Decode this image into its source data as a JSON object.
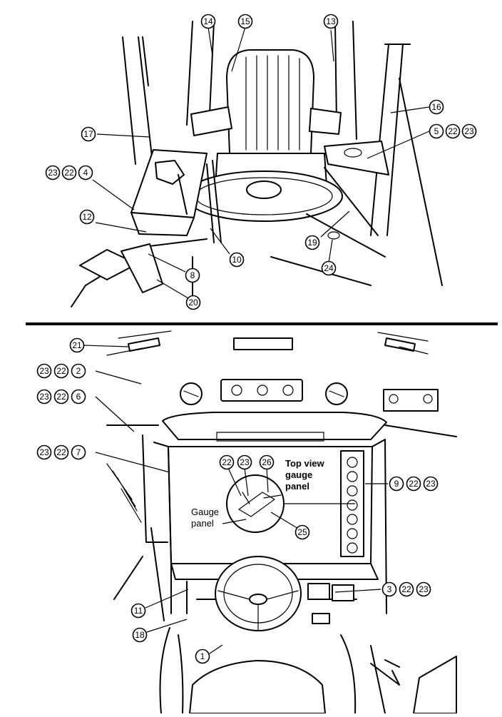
{
  "top_view": {
    "callouts": {
      "c14": "14",
      "c15": "15",
      "c13": "13",
      "c16": "16",
      "c5": "5",
      "c22a": "22",
      "c23a": "23",
      "c17": "17",
      "c23b": "23",
      "c22b": "22",
      "c4": "4",
      "c12": "12",
      "c10": "10",
      "c19": "19",
      "c24": "24",
      "c8": "8",
      "c20": "20"
    }
  },
  "bottom_view": {
    "callouts": {
      "c21": "21",
      "c23c": "23",
      "c22c": "22",
      "c2": "2",
      "c23d": "23",
      "c22d": "22",
      "c6": "6",
      "c23e": "23",
      "c22e": "22",
      "c7": "7",
      "c22f": "22",
      "c23f": "23",
      "c26": "26",
      "c9": "9",
      "c22g": "22",
      "c23g": "23",
      "c25": "25",
      "c3": "3",
      "c22h": "22",
      "c23h": "23",
      "c11": "11",
      "c18": "18",
      "c1": "1"
    },
    "labels": {
      "top_view_line1": "Top view",
      "top_view_line2": "gauge",
      "top_view_line3": "panel",
      "gauge_line1": "Gauge",
      "gauge_line2": "panel"
    }
  }
}
